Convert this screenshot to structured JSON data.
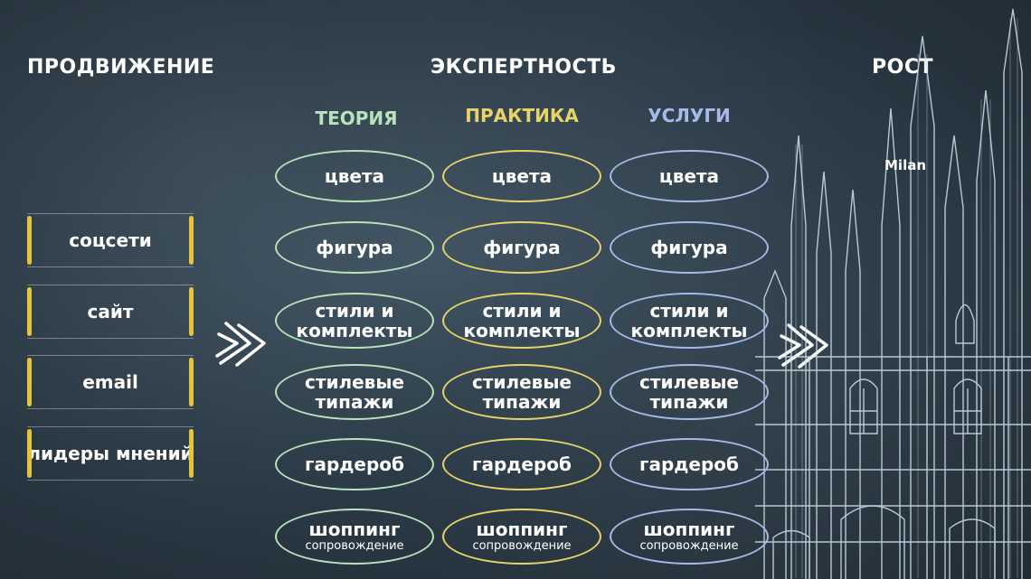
{
  "headings": {
    "promotion": "ПРОДВИЖЕНИЕ",
    "expertise": "ЭКСПЕРТНОСТЬ",
    "growth": "РОСТ"
  },
  "columns": {
    "theory": "ТЕОРИЯ",
    "practice": "ПРАКТИКА",
    "services": "УСЛУГИ"
  },
  "colors": {
    "theory": "#b9e3bc",
    "practice": "#e8d36a",
    "services": "#a6b9ea",
    "promo_bar": "#e5c43a"
  },
  "items": {
    "colors": "цвета",
    "figure": "фигура",
    "styles": "стили и комплекты",
    "types": "стилевые типажи",
    "wardrobe": "гардероб",
    "shopping": "шоппинг",
    "shopping_sub": "сопровождение"
  },
  "promotion_channels": {
    "social": "соцсети",
    "site": "сайт",
    "email": "email",
    "leaders": "лидеры мнений"
  },
  "illustration": {
    "city_label": "Milan",
    "icon": "milan-cathedral-chalk-drawing"
  }
}
